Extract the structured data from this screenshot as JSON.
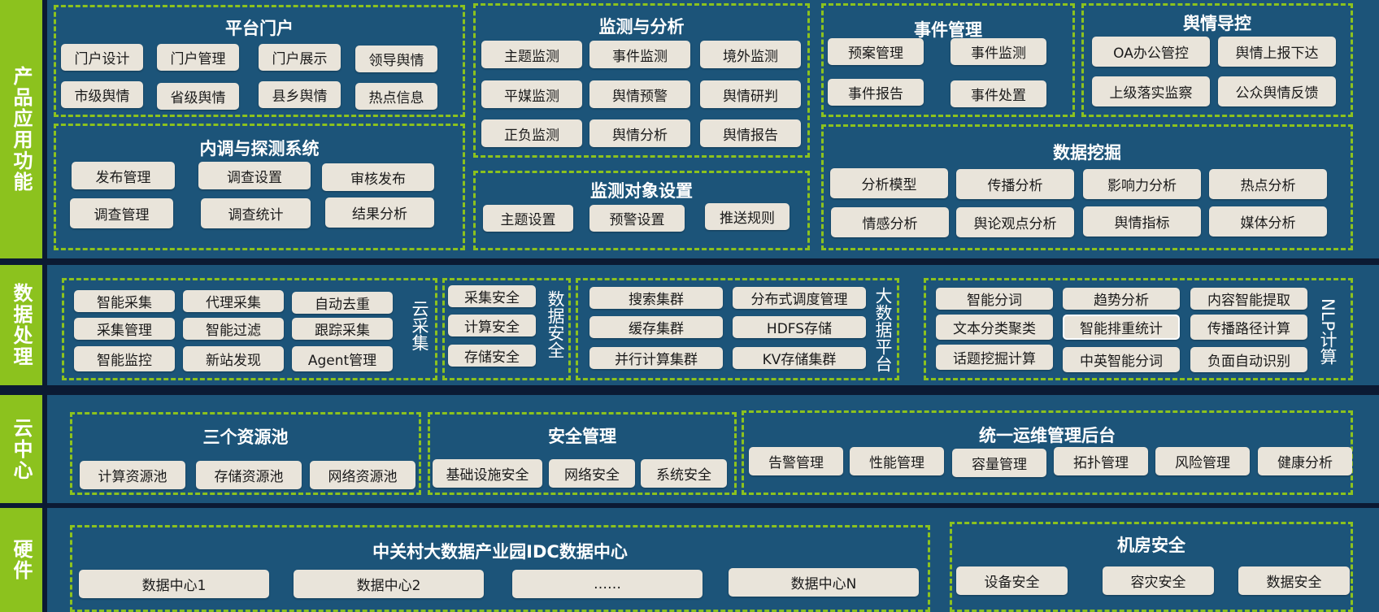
{
  "rows": {
    "product": "产品应用功能",
    "data": "数据处理",
    "cloud": "云中心",
    "hardware": "硬件"
  },
  "portal": {
    "title": "平台门户",
    "items": [
      "门户设计",
      "门户管理",
      "门户展示",
      "领导舆情",
      "市级舆情",
      "省级舆情",
      "县乡舆情",
      "热点信息"
    ]
  },
  "monitor": {
    "title": "监测与分析",
    "items": [
      "主题监测",
      "事件监测",
      "境外监测",
      "平媒监测",
      "舆情预警",
      "舆情研判",
      "正负监测",
      "舆情分析",
      "舆情报告"
    ]
  },
  "event": {
    "title": "事件管理",
    "items": [
      "预案管理",
      "事件监测",
      "事件报告",
      "事件处置"
    ]
  },
  "guide": {
    "title": "舆情导控",
    "items": [
      "OA办公管控",
      "舆情上报下达",
      "上级落实监察",
      "公众舆情反馈"
    ]
  },
  "survey": {
    "title": "内调与探测系统",
    "items": [
      "发布管理",
      "调查设置",
      "审核发布",
      "调查管理",
      "调查统计",
      "结果分析"
    ]
  },
  "target": {
    "title": "监测对象设置",
    "items": [
      "主题设置",
      "预警设置",
      "推送规则"
    ]
  },
  "mining": {
    "title": "数据挖掘",
    "items": [
      "分析模型",
      "传播分析",
      "影响力分析",
      "热点分析",
      "情感分析",
      "舆论观点分析",
      "舆情指标",
      "媒体分析"
    ]
  },
  "collect": {
    "title": "云采集",
    "items": [
      "智能采集",
      "代理采集",
      "自动去重",
      "采集管理",
      "智能过滤",
      "跟踪采集",
      "智能监控",
      "新站发现",
      "Agent管理"
    ]
  },
  "dsec": {
    "title": "数据安全",
    "items": [
      "采集安全",
      "计算安全",
      "存储安全"
    ]
  },
  "bigdata": {
    "title": "大数据平台",
    "items": [
      "搜索集群",
      "分布式调度管理",
      "缓存集群",
      "HDFS存储",
      "并行计算集群",
      "KV存储集群"
    ]
  },
  "nlp": {
    "title": "NLP计算",
    "items": [
      "智能分词",
      "趋势分析",
      "内容智能提取",
      "文本分类聚类",
      "智能排重统计",
      "传播路径计算",
      "话题挖掘计算",
      "中英智能分词",
      "负面自动识别"
    ]
  },
  "pools": {
    "title": "三个资源池",
    "items": [
      "计算资源池",
      "存储资源池",
      "网络资源池"
    ]
  },
  "secmgmt": {
    "title": "安全管理",
    "items": [
      "基础设施安全",
      "网络安全",
      "系统安全"
    ]
  },
  "ops": {
    "title": "统一运维管理后台",
    "items": [
      "告警管理",
      "性能管理",
      "容量管理",
      "拓扑管理",
      "风险管理",
      "健康分析"
    ]
  },
  "idc": {
    "title": "中关村大数据产业园IDC数据中心",
    "items": [
      "数据中心1",
      "数据中心2",
      "……",
      "数据中心N"
    ]
  },
  "room": {
    "title": "机房安全",
    "items": [
      "设备安全",
      "容灾安全",
      "数据安全"
    ]
  },
  "colors": {
    "label": "#8cc21e",
    "band": "#1c5479",
    "box": "#e9e4da"
  }
}
